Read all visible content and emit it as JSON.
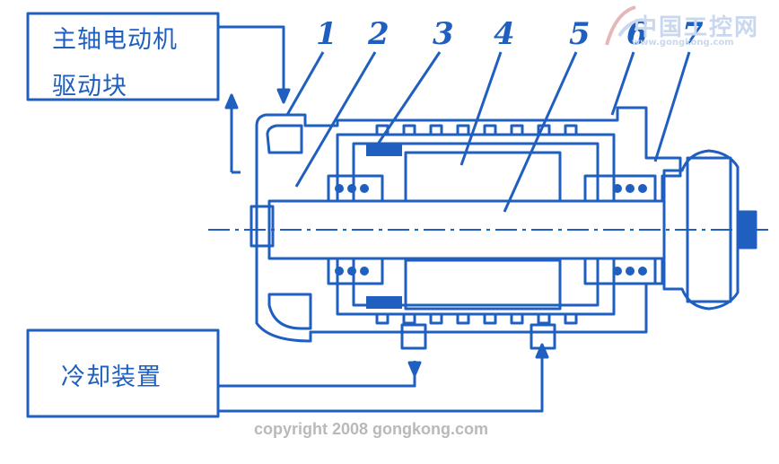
{
  "boxes": {
    "motor_driver_line1": "主轴电动机",
    "motor_driver_line2": "驱动块",
    "cooling": "冷却装置"
  },
  "part_numbers": [
    "1",
    "2",
    "3",
    "4",
    "5",
    "6",
    "7"
  ],
  "watermark": {
    "logo_text": "中国工控网",
    "logo_url": "www.gongkong.com",
    "copyright": "copyright 2008 gongkong.com"
  },
  "colors": {
    "line": "#1f5fbf",
    "watermark": "#b9b9b9",
    "logo": "#c9d8ee"
  }
}
